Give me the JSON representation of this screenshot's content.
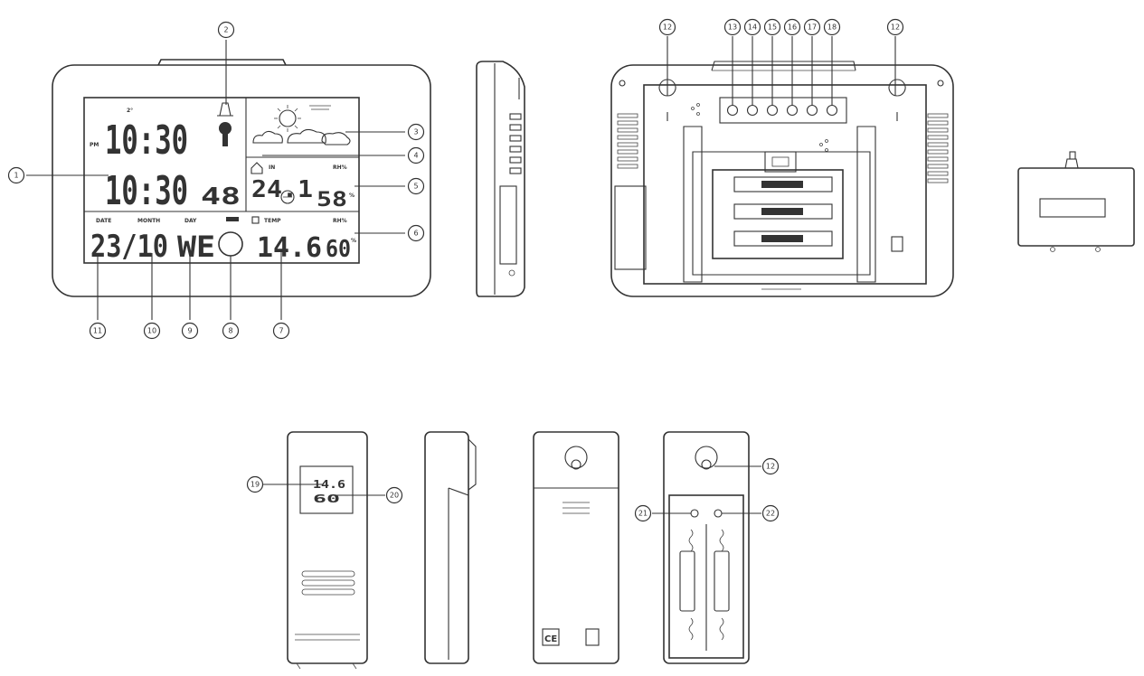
{
  "console_front": {
    "pm_label": "PM",
    "time_top": "10:30",
    "time_bottom": "10:30",
    "seconds": "48",
    "date_label": "DATE",
    "month_label": "MONTH",
    "day_label": "DAY",
    "date_value": "23/10",
    "day_value": "WE",
    "indoor_temp": "24.1",
    "indoor_hum": "58",
    "outdoor_label": "TEMP",
    "outdoor_temp": "14.6",
    "outdoor_hum": "60"
  },
  "sensor_display": {
    "line1": "14.6",
    "line2": "60"
  },
  "callouts": [
    {
      "id": "c1",
      "label": "1"
    },
    {
      "id": "c2",
      "label": "2"
    },
    {
      "id": "c3",
      "label": "3"
    },
    {
      "id": "c4",
      "label": "4"
    },
    {
      "id": "c5",
      "label": "5"
    },
    {
      "id": "c6",
      "label": "6"
    },
    {
      "id": "c7",
      "label": "7"
    },
    {
      "id": "c8",
      "label": "8"
    },
    {
      "id": "c9",
      "label": "9"
    },
    {
      "id": "c10",
      "label": "10"
    },
    {
      "id": "c11",
      "label": "11"
    },
    {
      "id": "c12a",
      "label": "12"
    },
    {
      "id": "c12b",
      "label": "12"
    },
    {
      "id": "c13",
      "label": "13"
    },
    {
      "id": "c14",
      "label": "14"
    },
    {
      "id": "c15",
      "label": "15"
    },
    {
      "id": "c16",
      "label": "16"
    },
    {
      "id": "c17",
      "label": "17"
    },
    {
      "id": "c18",
      "label": "18"
    },
    {
      "id": "c19",
      "label": "19"
    },
    {
      "id": "c20",
      "label": "20"
    },
    {
      "id": "c21",
      "label": "21"
    },
    {
      "id": "c22",
      "label": "22"
    },
    {
      "id": "c12c",
      "label": "12"
    }
  ]
}
